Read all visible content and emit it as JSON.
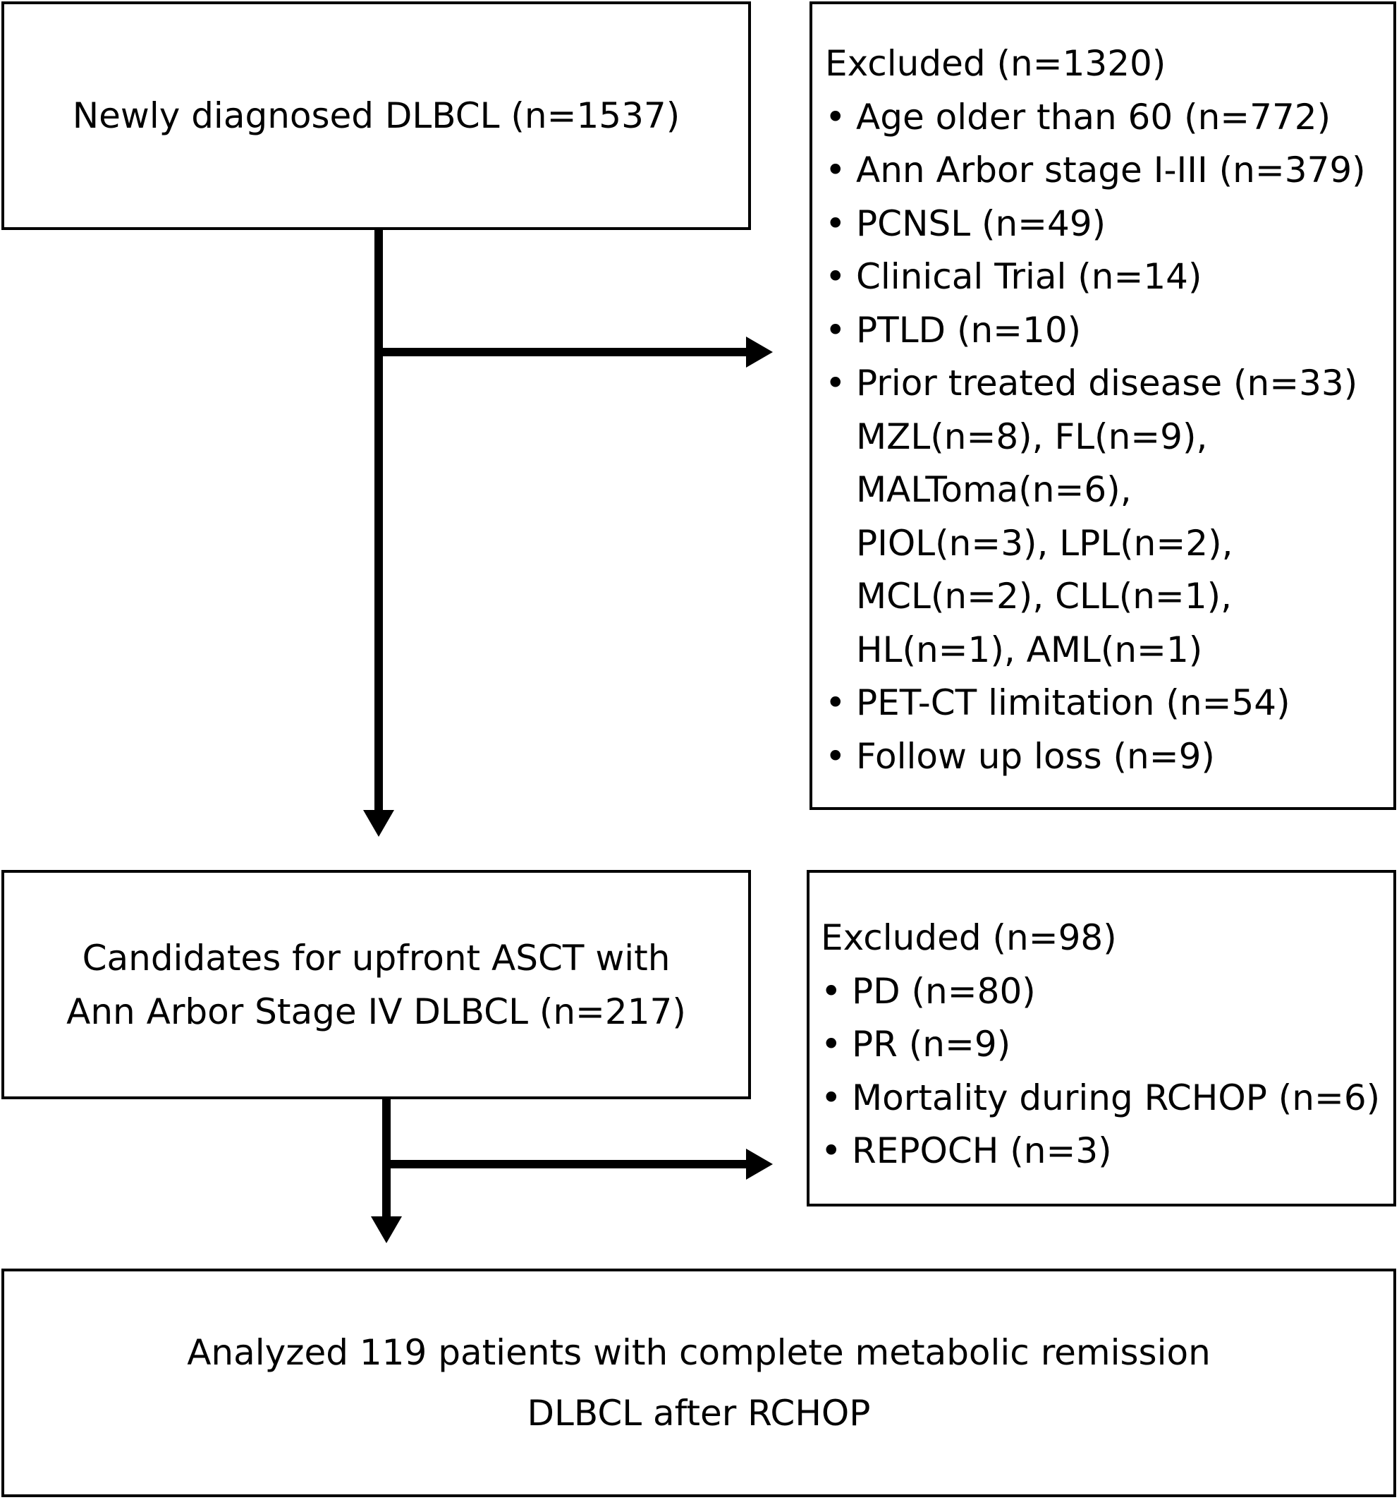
{
  "boxes": {
    "start": {
      "text": "Newly diagnosed DLBCL (n=1537)"
    },
    "exclusion1": {
      "title": "Excluded (n=1320)",
      "items": [
        {
          "lines": [
            "Age older than 60 (n=772)"
          ]
        },
        {
          "lines": [
            "Ann Arbor stage I-III (n=379)"
          ]
        },
        {
          "lines": [
            "PCNSL (n=49)"
          ]
        },
        {
          "lines": [
            "Clinical Trial (n=14)"
          ]
        },
        {
          "lines": [
            "PTLD (n=10)"
          ]
        },
        {
          "lines": [
            "Prior treated disease (n=33)",
            "MZL(n=8), FL(n=9),",
            "MALToma(n=6),",
            "PIOL(n=3), LPL(n=2),",
            "MCL(n=2), CLL(n=1),",
            "HL(n=1), AML(n=1)"
          ]
        },
        {
          "lines": [
            "PET-CT limitation (n=54)"
          ]
        },
        {
          "lines": [
            "Follow up loss (n=9)"
          ]
        }
      ]
    },
    "candidates": {
      "lines": [
        "Candidates for upfront ASCT with",
        "Ann Arbor Stage IV DLBCL (n=217)"
      ]
    },
    "exclusion2": {
      "title": "Excluded (n=98)",
      "items": [
        {
          "lines": [
            "PD (n=80)"
          ]
        },
        {
          "lines": [
            "PR (n=9)"
          ]
        },
        {
          "lines": [
            "Mortality during RCHOP (n=6)"
          ]
        },
        {
          "lines": [
            "REPOCH (n=3)"
          ]
        }
      ]
    },
    "analyzed": {
      "lines": [
        "Analyzed 119 patients with complete metabolic remission",
        "DLBCL after RCHOP"
      ]
    }
  },
  "bullet_symbol": "•"
}
